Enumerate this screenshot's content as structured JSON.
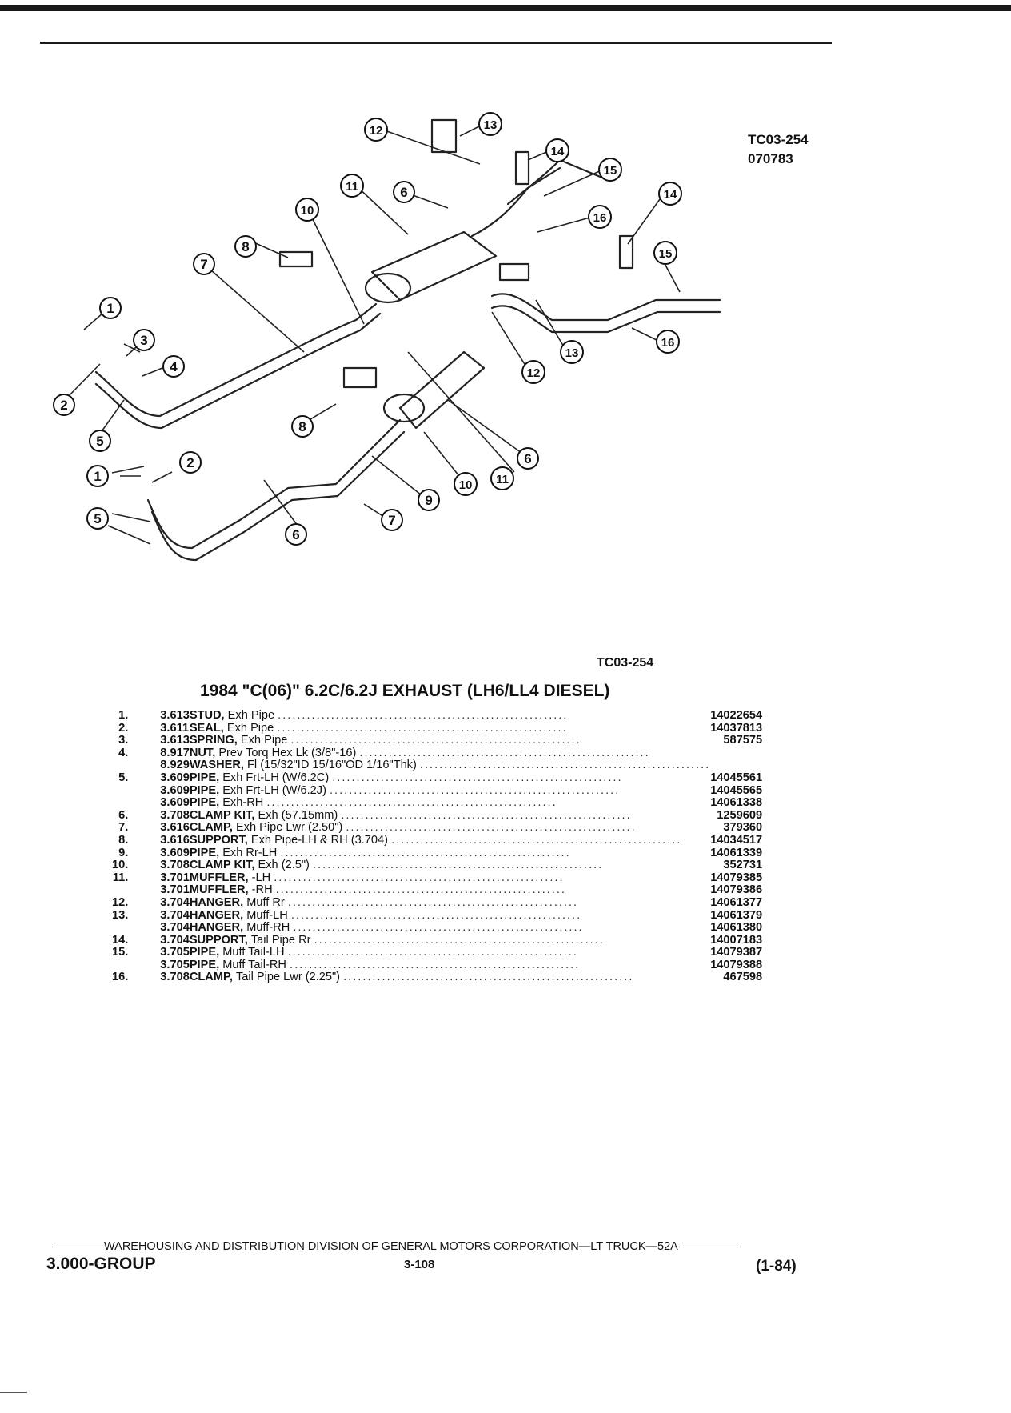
{
  "diagram": {
    "ref_code": "TC03-254",
    "ref_date": "070783",
    "caption_code": "TC03-254",
    "callouts": [
      "1",
      "2",
      "3",
      "4",
      "5",
      "6",
      "7",
      "8",
      "9",
      "10",
      "11",
      "12",
      "13",
      "14",
      "15",
      "16"
    ]
  },
  "title": "1984 \"C(06)\" 6.2C/6.2J EXHAUST (LH6/LL4 DIESEL)",
  "parts": [
    {
      "num": "1.",
      "group": "3.613",
      "name": "STUD,",
      "desc": "Exh Pipe",
      "part": "14022654"
    },
    {
      "num": "2.",
      "group": "3.611",
      "name": "SEAL,",
      "desc": "Exh Pipe",
      "part": "14037813"
    },
    {
      "num": "3.",
      "group": "3.613",
      "name": "SPRING,",
      "desc": "Exh Pipe",
      "part": "587575"
    },
    {
      "num": "4.",
      "group": "8.917",
      "name": "NUT,",
      "desc": "Prev Torq Hex Lk (3/8\"-16)",
      "part": ""
    },
    {
      "num": "",
      "group": "8.929",
      "name": "WASHER,",
      "desc": "Fl (15/32\"ID 15/16\"OD 1/16\"Thk)",
      "part": ""
    },
    {
      "num": "5.",
      "group": "3.609",
      "name": "PIPE,",
      "desc": "Exh Frt-LH (W/6.2C)",
      "part": "14045561"
    },
    {
      "num": "",
      "group": "3.609",
      "name": "PIPE,",
      "desc": "Exh Frt-LH (W/6.2J)",
      "part": "14045565"
    },
    {
      "num": "",
      "group": "3.609",
      "name": "PIPE,",
      "desc": "Exh-RH",
      "part": "14061338"
    },
    {
      "num": "6.",
      "group": "3.708",
      "name": "CLAMP KIT,",
      "desc": "Exh (57.15mm)",
      "part": "1259609"
    },
    {
      "num": "7.",
      "group": "3.616",
      "name": "CLAMP,",
      "desc": "Exh Pipe Lwr (2.50\")",
      "part": "379360"
    },
    {
      "num": "8.",
      "group": "3.616",
      "name": "SUPPORT,",
      "desc": "Exh Pipe-LH & RH (3.704)",
      "part": "14034517"
    },
    {
      "num": "9.",
      "group": "3.609",
      "name": "PIPE,",
      "desc": "Exh Rr-LH",
      "part": "14061339"
    },
    {
      "num": "10.",
      "group": "3.708",
      "name": "CLAMP KIT,",
      "desc": "Exh (2.5\")",
      "part": "352731"
    },
    {
      "num": "11.",
      "group": "3.701",
      "name": "MUFFLER,",
      "desc": "-LH",
      "part": "14079385"
    },
    {
      "num": "",
      "group": "3.701",
      "name": "MUFFLER,",
      "desc": "-RH",
      "part": "14079386"
    },
    {
      "num": "12.",
      "group": "3.704",
      "name": "HANGER,",
      "desc": "Muff Rr",
      "part": "14061377"
    },
    {
      "num": "13.",
      "group": "3.704",
      "name": "HANGER,",
      "desc": "Muff-LH",
      "part": "14061379"
    },
    {
      "num": "",
      "group": "3.704",
      "name": "HANGER,",
      "desc": "Muff-RH",
      "part": "14061380"
    },
    {
      "num": "14.",
      "group": "3.704",
      "name": "SUPPORT,",
      "desc": "Tail Pipe Rr",
      "part": "14007183"
    },
    {
      "num": "15.",
      "group": "3.705",
      "name": "PIPE,",
      "desc": "Muff Tail-LH",
      "part": "14079387"
    },
    {
      "num": "",
      "group": "3.705",
      "name": "PIPE,",
      "desc": "Muff Tail-RH",
      "part": "14079388"
    },
    {
      "num": "16.",
      "group": "3.708",
      "name": "CLAMP,",
      "desc": "Tail Pipe Lwr (2.25\")",
      "part": "467598"
    }
  ],
  "footer": {
    "division": "WAREHOUSING AND DISTRIBUTION  DIVISION OF GENERAL MOTORS CORPORATION—LT TRUCK—52A",
    "group": "3.000-GROUP",
    "page": "3-108",
    "date": "(1-84)"
  }
}
